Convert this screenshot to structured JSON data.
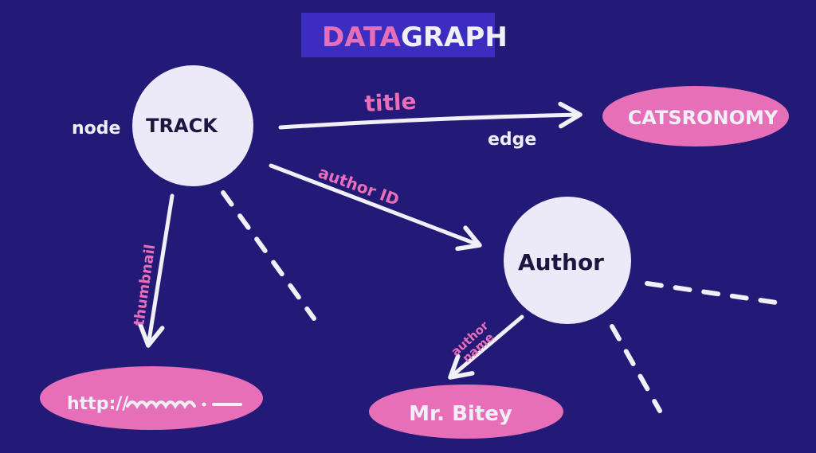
{
  "title": {
    "part1": "DATA",
    "part2": "GRAPH"
  },
  "labels": {
    "node": "node",
    "edge": "edge"
  },
  "nodes": {
    "track": "TRACK",
    "author": "Author"
  },
  "values": {
    "title_value": "CATSRONOMY",
    "thumbnail_value": "http://",
    "author_name_value": "Mr. Bitey"
  },
  "edges": {
    "title": "title",
    "author_id": "author ID",
    "thumbnail": "thumbnail",
    "author_name_line1": "author",
    "author_name_line2": "name"
  },
  "colors": {
    "background": "#231a78",
    "title_box": "#3a2dbf",
    "pink": "#e76fb8",
    "node_fill": "#ece9f8",
    "ink": "#1c1640",
    "line": "#f1eff8"
  }
}
